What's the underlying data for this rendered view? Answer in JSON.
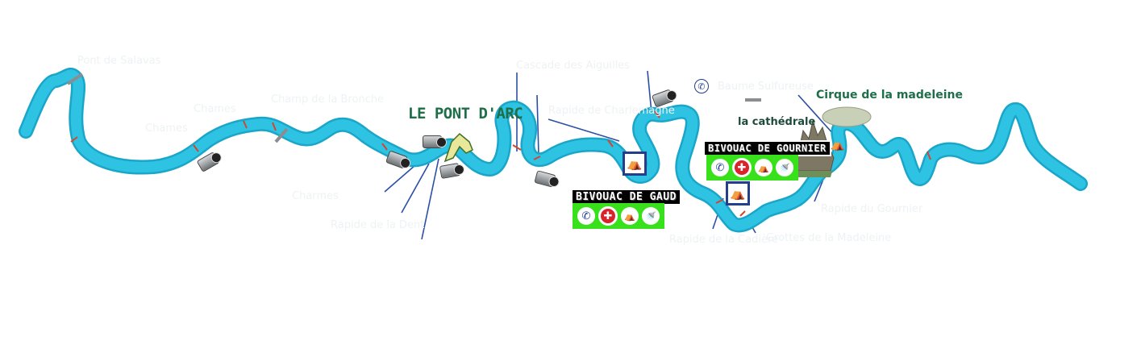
{
  "labels": {
    "pont_arc": "LE PONT D'ARC",
    "cirque": "Cirque de la madeleine",
    "cathedrale": "la cathédrale"
  },
  "bivouacs": {
    "gaud": {
      "title": "BIVOUAC DE GAUD"
    },
    "gournier": {
      "title": "BIVOUAC DE GOURNIER"
    }
  },
  "faint_labels": [
    "Pont de Salavas",
    "Chames",
    "Chames",
    "Champ de la Bronche",
    "Charmes",
    "Cascade des Aiguilles",
    "Rapide de la Dent",
    "Rapide de Charlemagne",
    "Baume Sulfureuse",
    "Grottes de la Madeleine",
    "Rapide du Gournier",
    "Rapide de la Cadière"
  ],
  "services": {
    "phone": "✆",
    "first_aid": "✚",
    "camping": "⛺",
    "shower": "🚿"
  },
  "icons": {
    "tent": "⛺",
    "phone_small": "✆"
  },
  "colors": {
    "river": "#2fc3e3",
    "river_edge": "#1aa6c8",
    "rapid": "#d2462f",
    "pointer": "#2b4fa6",
    "service_green": "#39e01c",
    "tent_border": "#233e8c",
    "label_green": "#1f6e49"
  }
}
